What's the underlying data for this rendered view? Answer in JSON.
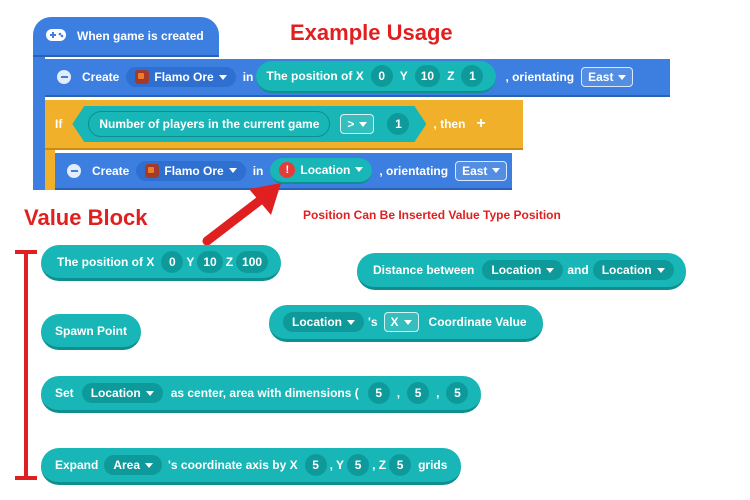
{
  "headings": {
    "example_usage": "Example Usage",
    "value_block": "Value Block",
    "annotation": "Position Can Be Inserted Value Type Position"
  },
  "event": {
    "label": "When game is created",
    "icon": "gamepad-icon"
  },
  "create1": {
    "create": "Create",
    "ore": "Flamo Ore",
    "in": "in",
    "pos_label": "The position of X",
    "x": "0",
    "y_label": "Y",
    "y": "10",
    "z_label": "Z",
    "z": "1",
    "orient": ", orientating",
    "dir": "East"
  },
  "if_block": {
    "if": "If",
    "cond": "Number of players in the current game",
    "op": ">",
    "val": "1",
    "then": ", then"
  },
  "create2": {
    "create": "Create",
    "ore": "Flamo Ore",
    "in": "in",
    "loc": "Location",
    "orient": ", orientating",
    "dir": "East"
  },
  "value_blocks": {
    "position": {
      "label": "The position of X",
      "x": "0",
      "y_label": "Y",
      "y": "10",
      "z_label": "Z",
      "z": "100"
    },
    "distance": {
      "label": "Distance between",
      "a": "Location",
      "and": "and",
      "b": "Location"
    },
    "spawn": {
      "label": "Spawn Point"
    },
    "coord": {
      "loc": "Location",
      "s": "'s",
      "axis": "X",
      "label": "Coordinate Value"
    },
    "area": {
      "set": "Set",
      "loc": "Location",
      "label": "as center, area with dimensions (",
      "a": "5",
      "sep1": ",",
      "b": "5",
      "sep2": ",",
      "c": "5"
    },
    "expand": {
      "expand": "Expand",
      "area": "Area",
      "label": "'s coordinate axis by X",
      "x": "5",
      "y_label": ", Y",
      "y": "5",
      "z_label": ", Z",
      "z": "5",
      "grids": "grids"
    }
  },
  "colors": {
    "blue": "#3d7fe0",
    "orange": "#f0b029",
    "teal": "#18b6b6",
    "red": "#e02020"
  }
}
